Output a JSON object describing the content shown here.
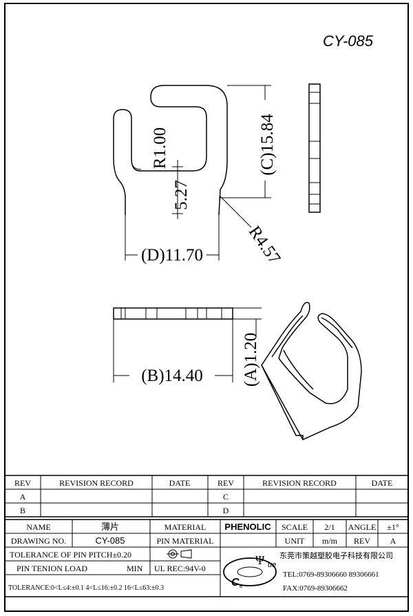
{
  "part_number": "CY-085",
  "dimensions": {
    "radius_inner": "R1.00",
    "inner_depth": "5.27",
    "height_c": "(C)15.84",
    "width_d": "(D)11.70",
    "radius_outer": "R4.57",
    "thickness_a": "(A)1.20",
    "length_b": "(B)14.40"
  },
  "revision_table": {
    "header": {
      "rev": "REV",
      "record": "REVISION RECORD",
      "date": "DATE"
    },
    "left_revs": [
      "A",
      "B"
    ],
    "right_revs": [
      "C",
      "D"
    ]
  },
  "title_block": {
    "name_label": "NAME",
    "name_value": "薄片",
    "material_label": "MATERIAL",
    "material_value": "PHENOLIC",
    "scale_label": "SCALE",
    "scale_value": "2/1",
    "angle_label": "ANGLE",
    "angle_value": "±1°",
    "drawing_no_label": "DRAWING NO.",
    "drawing_no_value": "CY-085",
    "pin_material_label": "PIN MATERIAL",
    "unit_label": "UNIT",
    "unit_value": "m/m",
    "rev_label": "REV",
    "rev_value": "A",
    "tolerance_pitch": "TOLERANCE OF PIN PITCH±0.20",
    "pin_tension": "PIN TENION LOAD",
    "pin_tension_min": "MIN",
    "ul_rec": "UL REC:94V-0",
    "tolerance_general": "TOLERANCE:0<L≤4:±0.1  4<L≤16:±0.2  16<L≤63:±0.3",
    "company": "东莞市策越塑胶电子科技有限公司",
    "tel": "TEL:0769-89306660 89306661",
    "fax": "FAX:0769-89306662",
    "logo_text": "CeYue"
  }
}
